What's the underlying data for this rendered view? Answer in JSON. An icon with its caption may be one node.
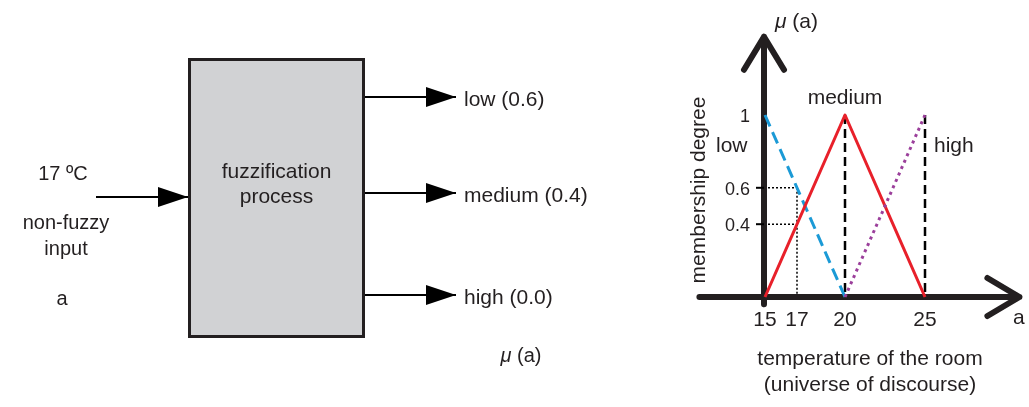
{
  "diagram": {
    "nodes": [
      {
        "text": [
          "fuzzification process"
        ]
      },
      {
        "text": [
          "low (0.6)"
        ]
      },
      {
        "text": [
          "medium (0.4)"
        ]
      },
      {
        "text": [
          "high (0.0)"
        ]
      }
    ],
    "edges": [
      {
        "from": null,
        "to": 0,
        "arrow": "to"
      },
      {
        "from": 0,
        "to": 1,
        "arrow": "to"
      },
      {
        "from": 0,
        "to": 2,
        "arrow": "to"
      },
      {
        "from": 0,
        "to": 3,
        "arrow": "to"
      }
    ],
    "labels": [
      "17 ºC",
      "non-fuzzy input",
      "a",
      "*μ* (a)"
    ],
    "chart_data": {
      "type": "line",
      "xlabel": "temperature of the room (universe of discourse)",
      "ylabel": "membership degree",
      "x": [
        15,
        20,
        25
      ],
      "series": [
        {
          "name": "low",
          "color": "#1b9ad6",
          "line_style": "dashed",
          "values": [
            1,
            0,
            null
          ]
        },
        {
          "name": "medium",
          "color": "#e8202a",
          "line_style": "solid",
          "values": [
            0,
            1,
            0
          ]
        },
        {
          "name": "high",
          "color": "#9b3f9b",
          "line_style": "dotted",
          "values": [
            null,
            0,
            1
          ]
        }
      ],
      "ref_lines": [
        {
          "axis": "x",
          "value": 17
        },
        {
          "axis": "y",
          "value": 0.6
        },
        {
          "axis": "y",
          "value": 0.4
        }
      ],
      "xticks": [
        15,
        17,
        20,
        25
      ],
      "yticks": [
        0.4,
        0.6,
        1
      ],
      "xlim": [
        10.9,
        30.9
      ],
      "ylim": [
        -0.04,
        1.43
      ],
      "annotations": [
        "*μ* (a)",
        "a"
      ]
    }
  }
}
